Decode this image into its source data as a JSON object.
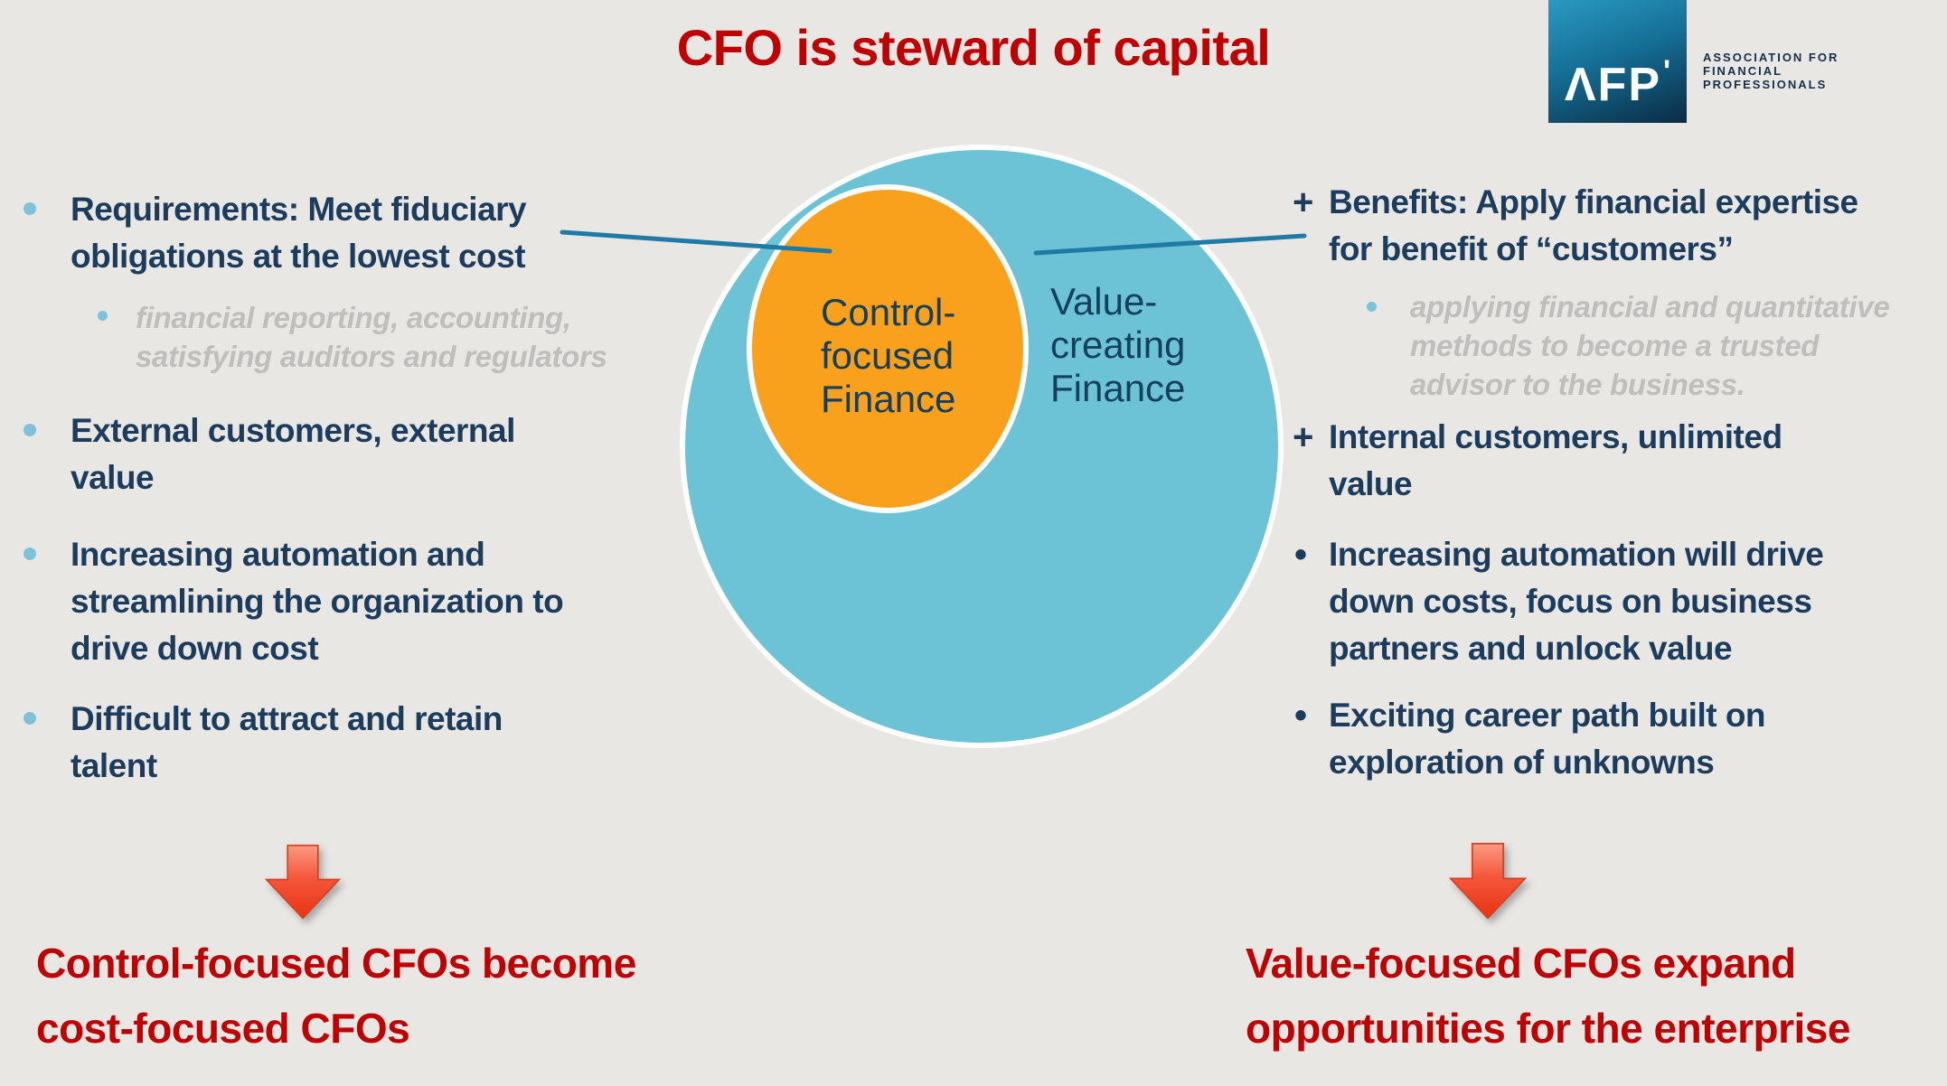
{
  "title": "CFO is steward of capital",
  "logo": {
    "monogram": "ΛFP",
    "tick": "'",
    "org": "ASSOCIATION FOR\nFINANCIAL\nPROFESSIONALS"
  },
  "venn": {
    "inner_label": "Control-\nfocused\nFinance",
    "outer_label": "Value-\ncreating\nFinance"
  },
  "left": {
    "items": [
      {
        "text": "Requirements: Meet fiduciary\nobligations at the lowest cost",
        "sub": "financial reporting, accounting,\nsatisfying auditors and regulators"
      },
      {
        "text": "External customers, external\nvalue"
      },
      {
        "text": "Increasing automation and\nstreamlining the organization to\ndrive down cost"
      },
      {
        "text": "Difficult to attract and retain\ntalent"
      }
    ]
  },
  "right": {
    "items": [
      {
        "marker": "+",
        "text": "Benefits: Apply financial expertise\nfor benefit of “customers”",
        "sub": "applying financial and quantitative\nmethods to become a trusted\nadvisor to the business."
      },
      {
        "marker": "+",
        "text": "Internal customers, unlimited\nvalue"
      },
      {
        "marker": "•",
        "text": "Increasing automation will drive\ndown costs, focus on business\npartners and unlock value"
      },
      {
        "marker": "•",
        "text": "Exciting career path built on\nexploration of unknowns"
      }
    ]
  },
  "conclusions": {
    "left": "Control-focused CFOs become\ncost-focused CFOs",
    "right": "Value-focused CFOs expand\nopportunities for the enterprise"
  },
  "colors": {
    "accent_red": "#c00000",
    "navy": "#1b3c5c",
    "outer_circle_blue": "#6cc3d6",
    "inner_circle_orange": "#f9a11d",
    "muted_gray": "#bfbebc",
    "bullet_dot_blue": "#7dc2da",
    "connector_teal": "#1f7aa6"
  }
}
